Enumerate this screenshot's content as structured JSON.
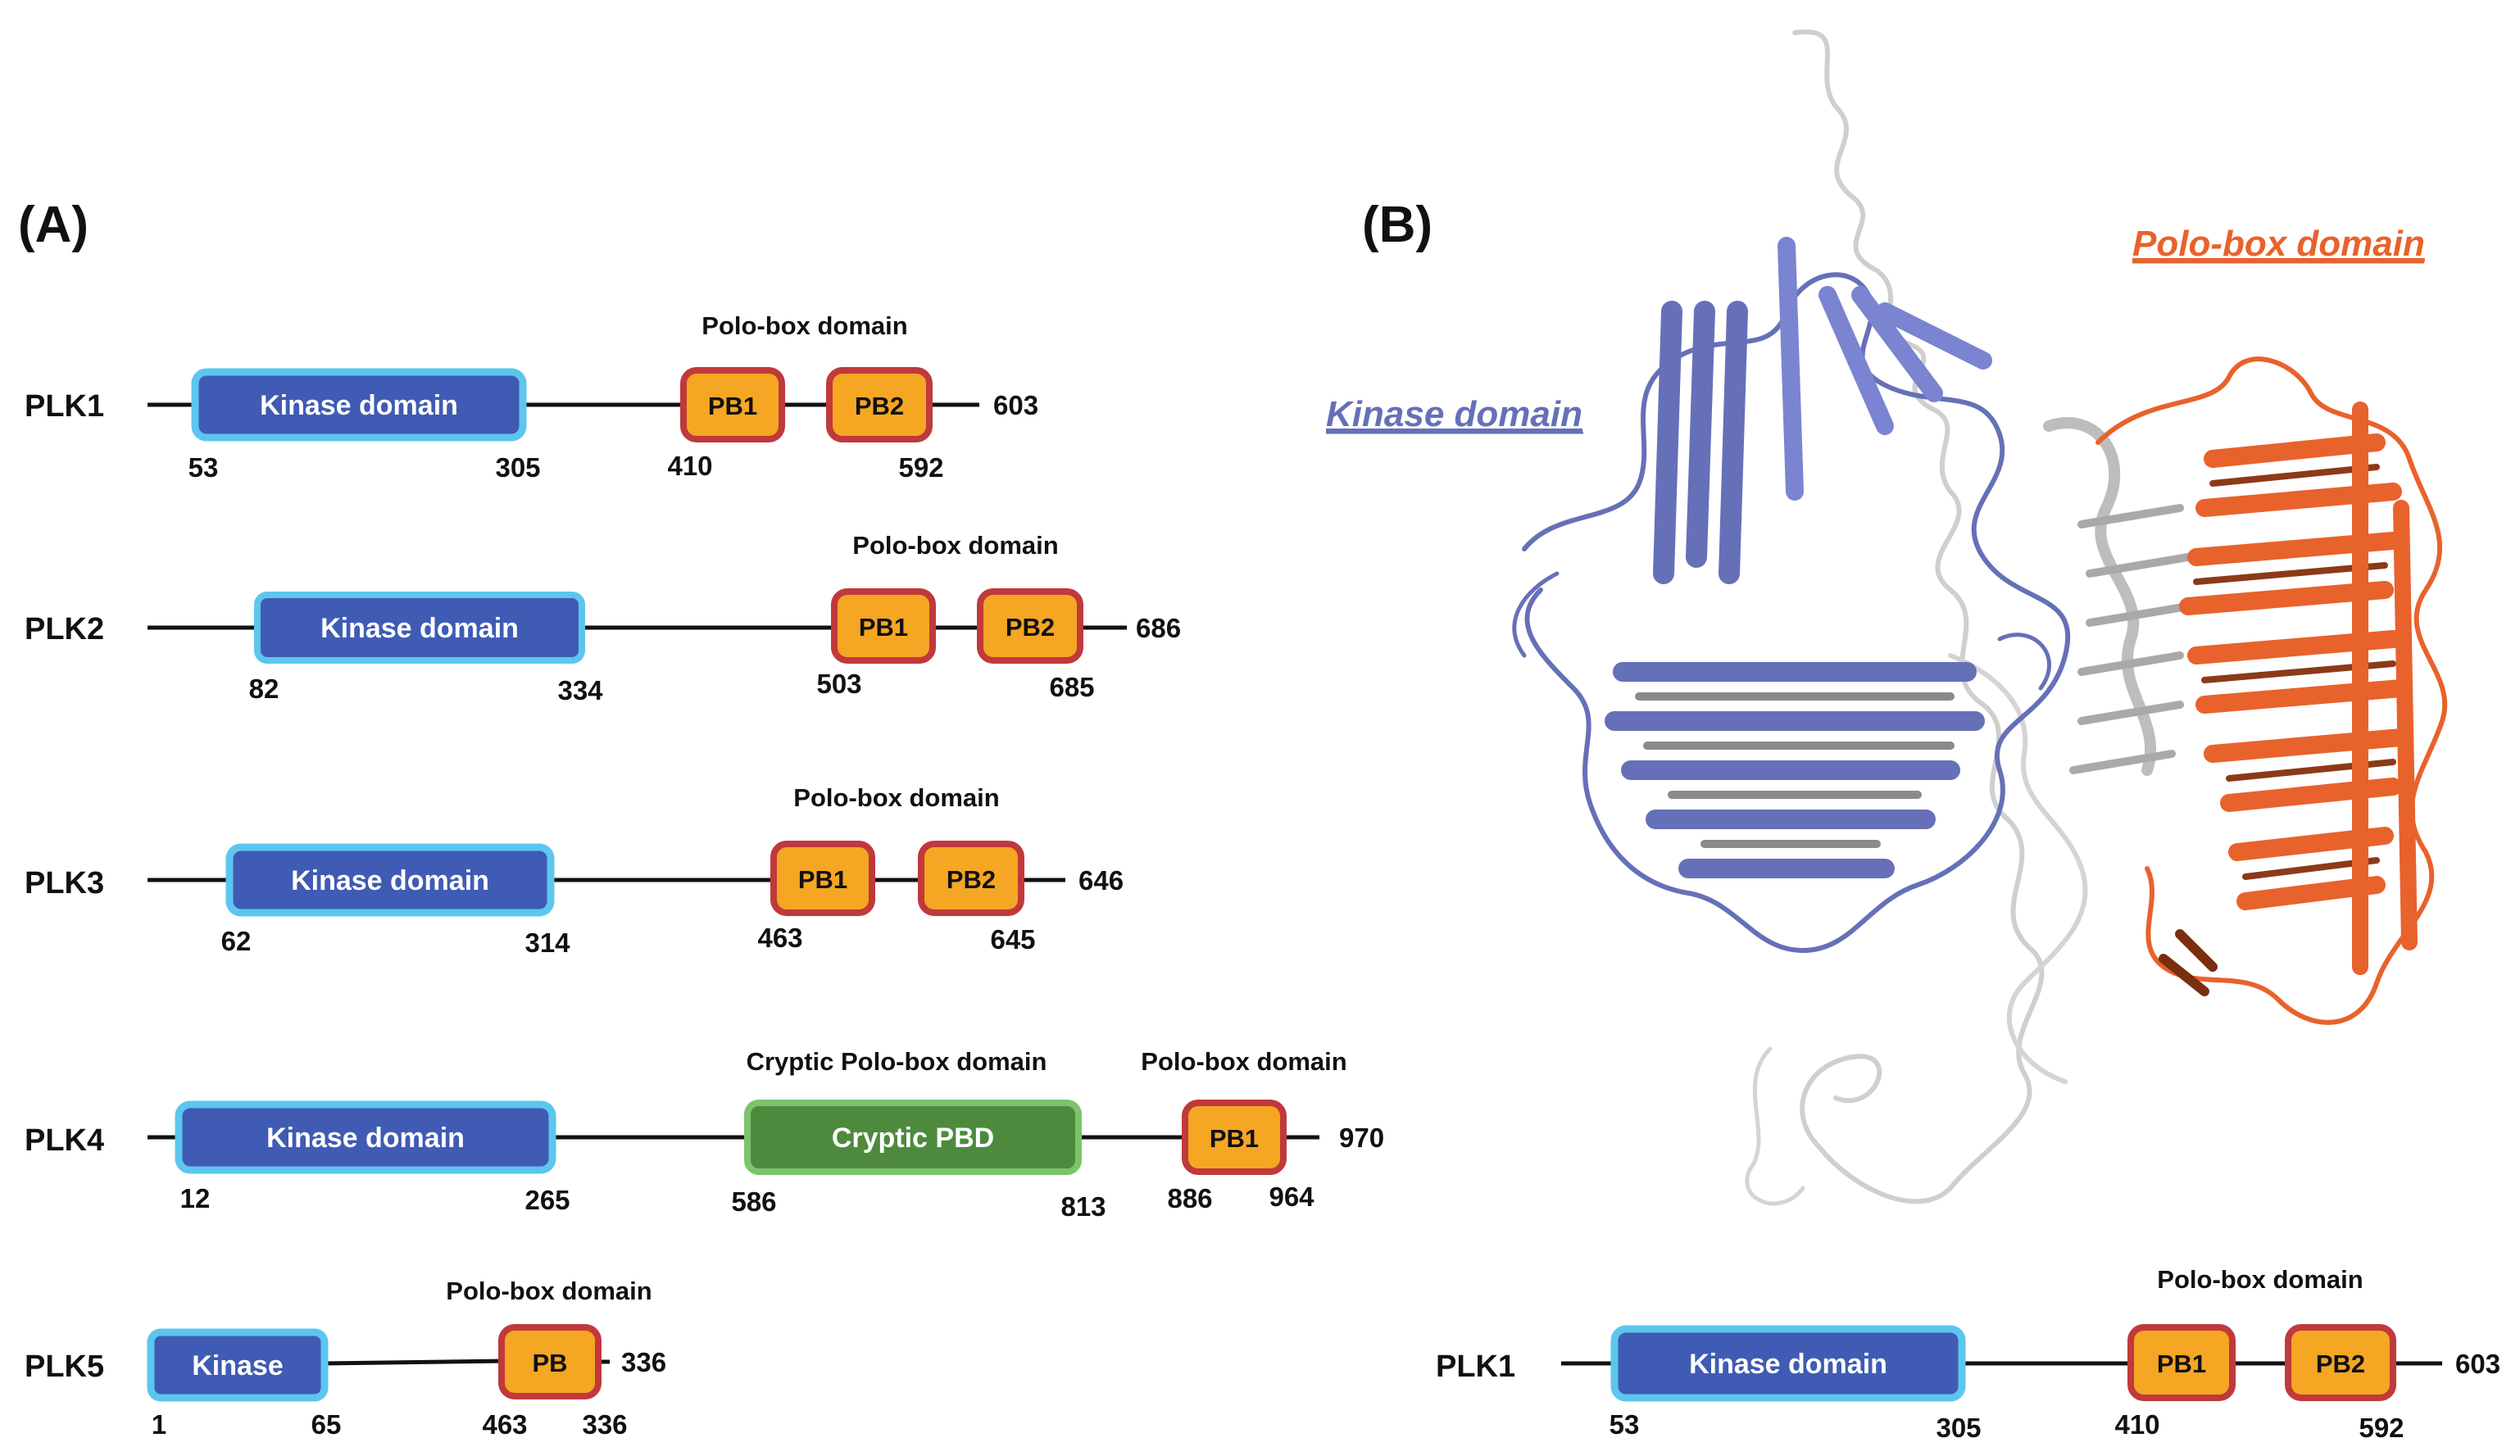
{
  "panels": {
    "a_label": "(A)",
    "b_label": "(B)"
  },
  "colors": {
    "kinase_fill": "#3f5bb3",
    "kinase_border": "#5cc6ee",
    "pb_fill": "#f5a623",
    "pb_border": "#c0393b",
    "cryptic_fill": "#4d8a3e",
    "cryptic_border": "#7cc36a",
    "kinase_structure": "#6670b8",
    "polo_structure": "#e8622c",
    "linker_structure": "#cccccc"
  },
  "proteins": [
    {
      "name": "PLK1",
      "domain_label": "Polo-box domain",
      "kinase": {
        "label": "Kinase domain",
        "start": "53",
        "end": "305"
      },
      "pb": [
        {
          "label": "PB1"
        },
        {
          "label": "PB2"
        }
      ],
      "pb_start": "410",
      "pb_end": "592",
      "length": "603"
    },
    {
      "name": "PLK2",
      "domain_label": "Polo-box domain",
      "kinase": {
        "label": "Kinase domain",
        "start": "82",
        "end": "334"
      },
      "pb": [
        {
          "label": "PB1"
        },
        {
          "label": "PB2"
        }
      ],
      "pb_start": "503",
      "pb_end": "685",
      "length": "686"
    },
    {
      "name": "PLK3",
      "domain_label": "Polo-box domain",
      "kinase": {
        "label": "Kinase domain",
        "start": "62",
        "end": "314"
      },
      "pb": [
        {
          "label": "PB1"
        },
        {
          "label": "PB2"
        }
      ],
      "pb_start": "463",
      "pb_end": "645",
      "length": "646"
    },
    {
      "name": "PLK4",
      "cryptic_label": "Cryptic Polo-box domain",
      "domain_label": "Polo-box domain",
      "kinase": {
        "label": "Kinase domain",
        "start": "12",
        "end": "265"
      },
      "cryptic": {
        "label": "Cryptic PBD",
        "start": "586",
        "end": "813"
      },
      "pb": [
        {
          "label": "PB1"
        }
      ],
      "pb_start": "886",
      "pb_end": "964",
      "length": "970"
    },
    {
      "name": "PLK5",
      "domain_label": "Polo-box domain",
      "kinase": {
        "label": "Kinase",
        "start": "1",
        "end": "65"
      },
      "pb": [
        {
          "label": "PB"
        }
      ],
      "pb_start": "463",
      "pb_end": "336",
      "length": "336"
    }
  ],
  "structure": {
    "kinase_label": "Kinase domain",
    "polo_label": "Polo-box domain",
    "plk1": {
      "name": "PLK1",
      "domain_label": "Polo-box domain",
      "kinase": {
        "label": "Kinase domain",
        "start": "53",
        "end": "305"
      },
      "pb": [
        {
          "label": "PB1"
        },
        {
          "label": "PB2"
        }
      ],
      "pb_start": "410",
      "pb_end": "592",
      "length": "603"
    }
  }
}
